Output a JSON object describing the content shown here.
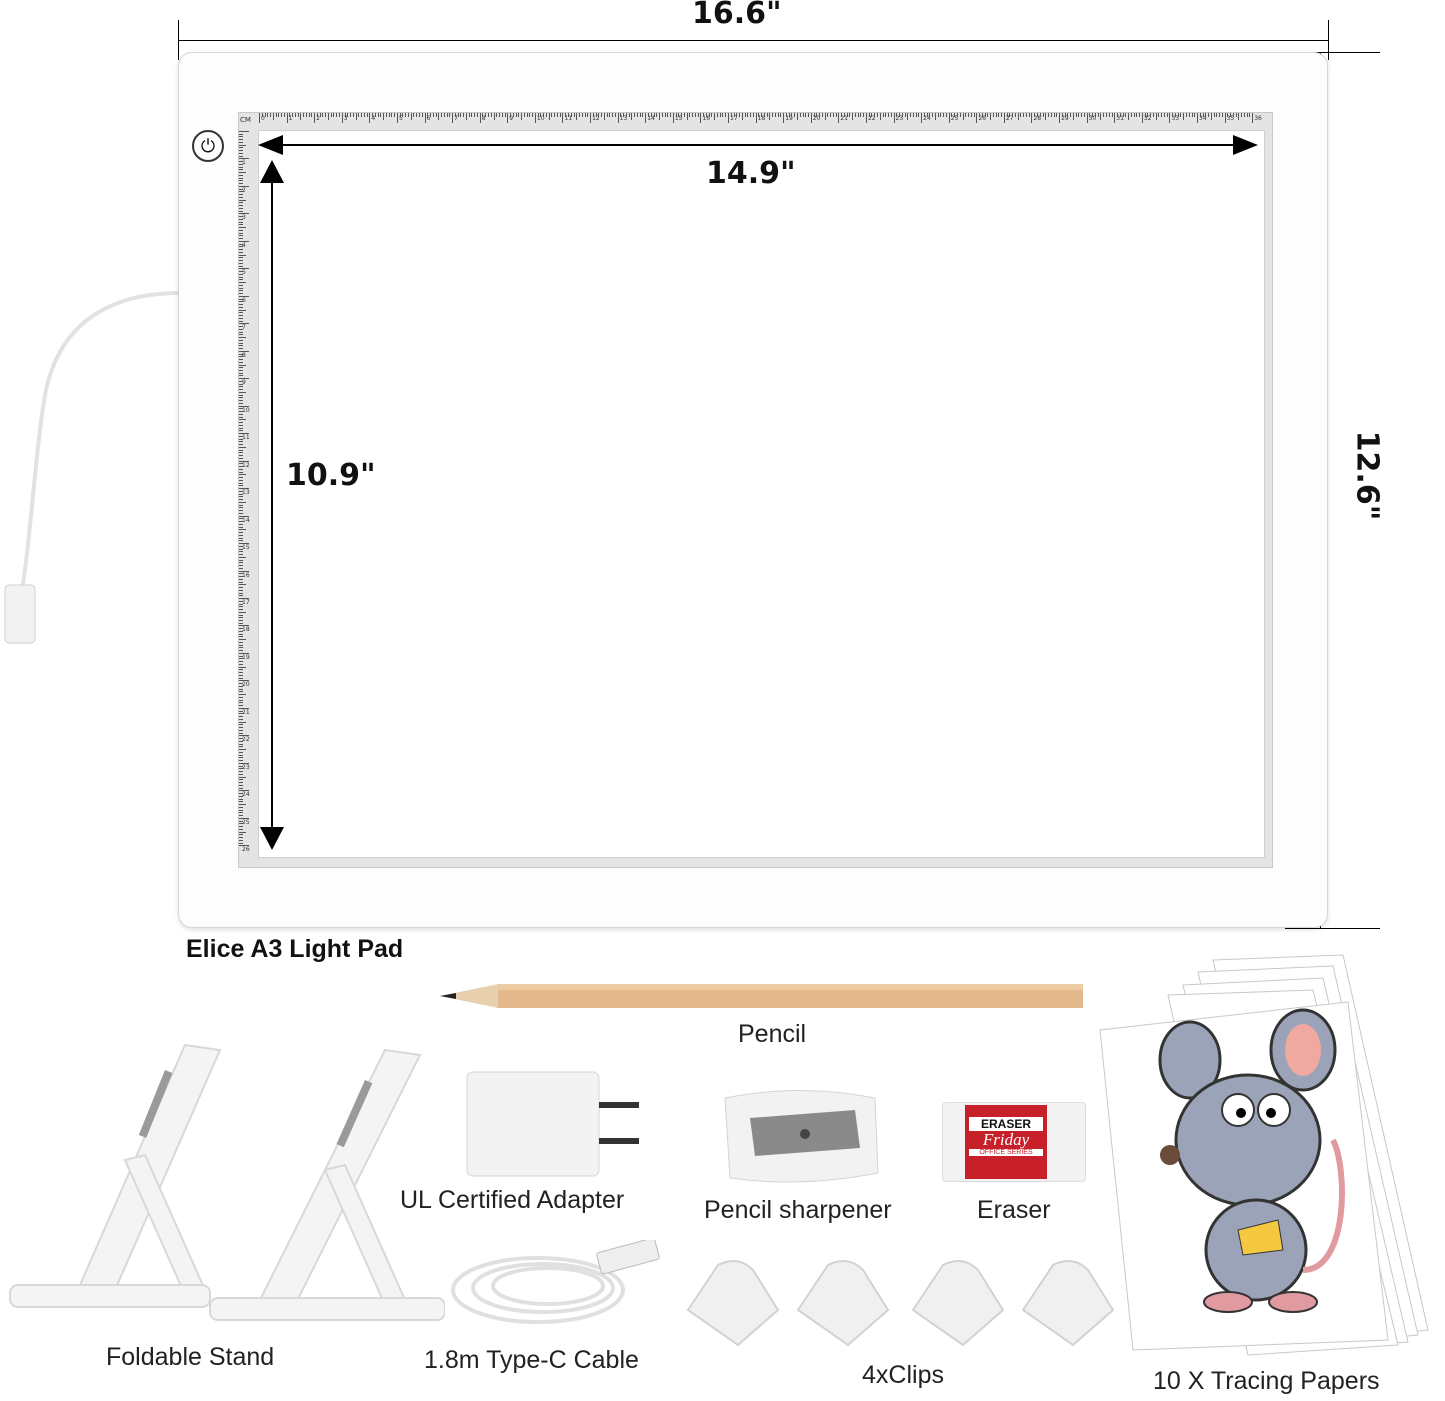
{
  "dimensions": {
    "outer_width": "16.6\"",
    "outer_height": "12.6\"",
    "inner_width": "14.9\"",
    "inner_height": "10.9\""
  },
  "ruler": {
    "unit": "CM",
    "top_max": 36,
    "left_max": 26
  },
  "product_label": "Elice A3 Light Pad",
  "items": {
    "pencil": "Pencil",
    "stand": "Foldable Stand",
    "adapter": "UL Certified Adapter",
    "cable": "1.8m Type-C Cable",
    "sharpener": "Pencil sharpener",
    "eraser": "Eraser",
    "clips": "4xClips",
    "papers": "10 X Tracing Papers"
  },
  "eraser_brand": {
    "line1": "ERASER",
    "line2": "Friday",
    "line3": "OFFICE SERIES"
  },
  "icons": {
    "power": "power-icon"
  },
  "colors": {
    "eraser_red": "#c8202a",
    "pencil_wood": "#e3b98c",
    "mouse_gray": "#9aa3b8"
  }
}
